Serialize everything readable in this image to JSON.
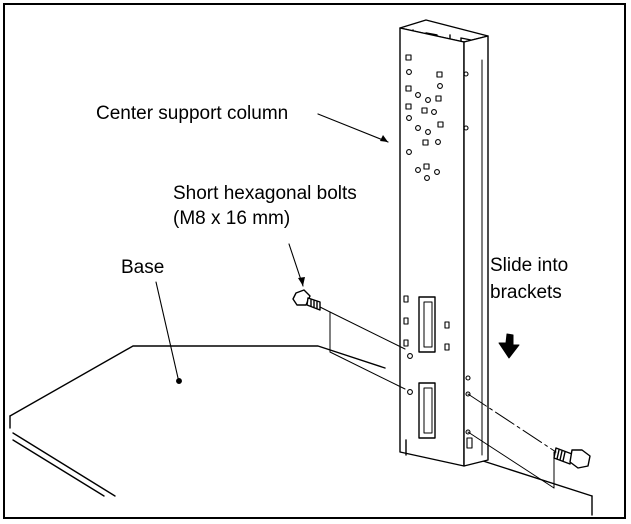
{
  "labels": {
    "center_column": "Center support column",
    "bolts_line1": "Short hexagonal bolts",
    "bolts_line2": "(M8 x 16 mm)",
    "base": "Base",
    "slide_line1": "Slide into",
    "slide_line2": "brackets"
  }
}
